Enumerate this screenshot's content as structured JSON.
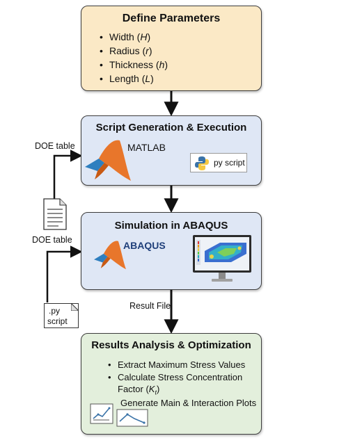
{
  "define_parameters": {
    "title": "Define Parameters",
    "items": [
      {
        "label": "Width (",
        "var": "H",
        "close": ")"
      },
      {
        "label": "Radius (",
        "var": "r",
        "close": ")"
      },
      {
        "label": "Thickness (",
        "var": "h",
        "close": ")"
      },
      {
        "label": "Length (",
        "var": "L",
        "close": ")"
      }
    ]
  },
  "script_generation": {
    "title": "Script Generation & Execution",
    "matlab_label": "MATLAB",
    "py_script_label": "py script"
  },
  "simulation": {
    "title": "Simulation in ABAQUS",
    "abaqus_label": "ABAQUS"
  },
  "results": {
    "title": "Results Analysis & Optimization",
    "items": [
      "Extract Maximum Stress Values",
      "Calculate Stress Concentration",
      "Factor (",
      "Generate Main & Interaction Plots"
    ],
    "kt_symbol": "K",
    "kt_sub": "t",
    "kt_close": ")"
  },
  "side": {
    "doe_table_1": "DOE table",
    "doe_table_2": "DOE table",
    "py_file_line1": ".py",
    "py_file_line2": "script",
    "result_file": "Result File"
  },
  "colors": {
    "params_bg": "#fbe9c6",
    "process_bg": "#dfe7f5",
    "results_bg": "#e3efdc",
    "matlab_orange": "#e8762b",
    "python_blue": "#3a73a8",
    "python_yellow": "#f5c842"
  }
}
